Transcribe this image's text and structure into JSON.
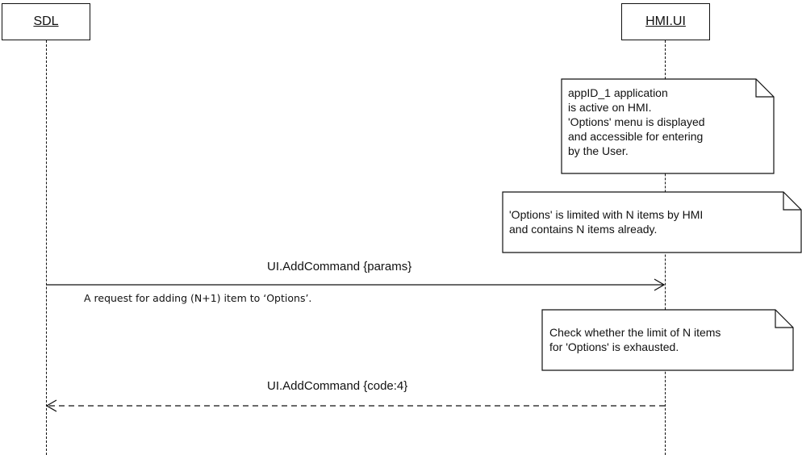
{
  "lifelines": {
    "sdl": "SDL",
    "hmi": "HMI.UI"
  },
  "notes": [
    {
      "text": "appID_1 application\nis active on HMI.\n'Options' menu is displayed\nand accessible for entering\nby the User."
    },
    {
      "text": "'Options' is limited with N items by HMI\nand contains N items already."
    },
    {
      "text": "Check whether the limit of N items\nfor 'Options' is exhausted."
    }
  ],
  "messages": [
    {
      "label": "UI.AddCommand {params}",
      "from": "SDL",
      "to": "HMI.UI",
      "style": "solid",
      "comment": "A request for adding (N+1) item to ‘Options’."
    },
    {
      "label": "UI.AddCommand {code:4}",
      "from": "HMI.UI",
      "to": "SDL",
      "style": "dashed"
    }
  ]
}
